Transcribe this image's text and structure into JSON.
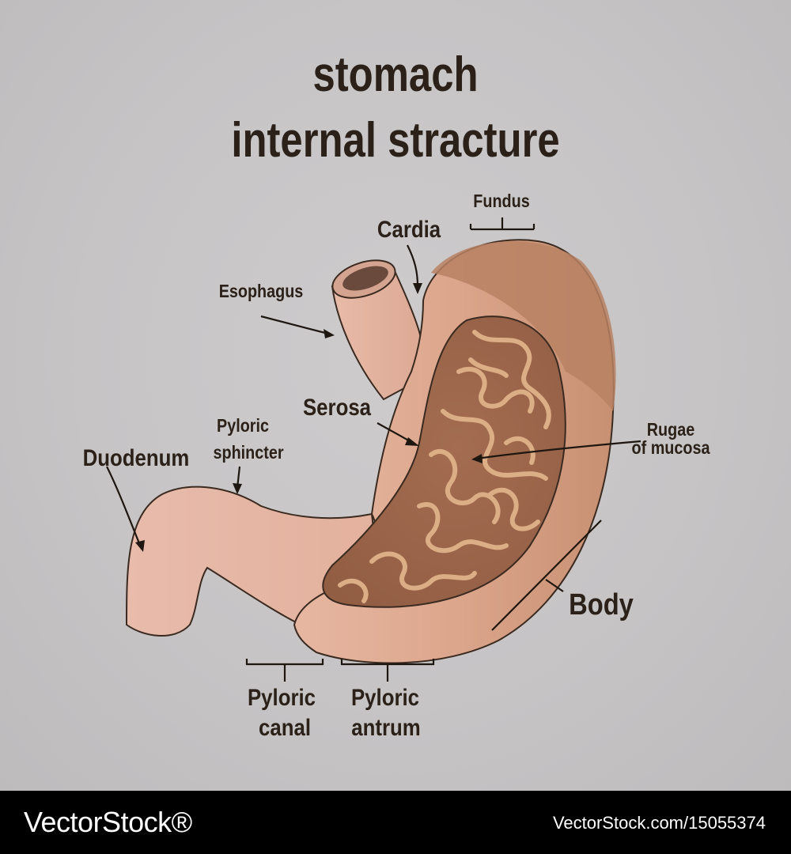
{
  "title": {
    "line1": "stomach",
    "line2": "internal stracture"
  },
  "labels": {
    "fundus": "Fundus",
    "cardia": "Cardia",
    "esophagus": "Esophagus",
    "serosa": "Serosa",
    "pyloric_sphincter_line1": "Pyloric",
    "pyloric_sphincter_line2": "sphincter",
    "duodenum": "Duodenum",
    "rugae_line1": "Rugae",
    "rugae_line2": "of mucosa",
    "body": "Body",
    "pyloric_canal_line1": "Pyloric",
    "pyloric_canal_line2": "canal",
    "pyloric_antrum_line1": "Pyloric",
    "pyloric_antrum_line2": "antrum"
  },
  "footer": {
    "logo": "VectorStock®",
    "url": "VectorStock.com/15055374"
  },
  "colors": {
    "background": "#c6c4c5",
    "stomach_outer": "#d9a68b",
    "stomach_shade": "#b9805f",
    "duodenum": "#e5b5a3",
    "esophagus": "#e4b6a4",
    "mucosa": "#9a6449",
    "rugae": "#dcae85",
    "text": "#2b2119"
  }
}
